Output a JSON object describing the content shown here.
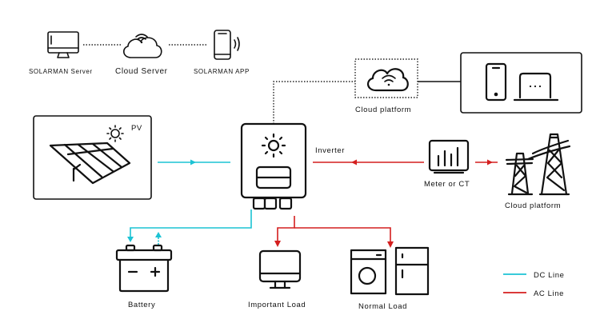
{
  "top_row": {
    "solarman_server": "SOLARMAN Server",
    "cloud_server": "Cloud Server",
    "solarman_app": "SOLARMAN APP"
  },
  "cloud_platform_box": {
    "label": "Cloud platform"
  },
  "pv": {
    "label": "PV"
  },
  "inverter": {
    "label": "Inverter"
  },
  "meter": {
    "label": "Meter or CT"
  },
  "grid": {
    "label": "Cloud platform"
  },
  "loads": {
    "battery": "Battery",
    "important_load": "Important Load",
    "normal_load": "Normal Load"
  },
  "legend": {
    "items": [
      {
        "label": "DC Line",
        "color": "#1cc3d4"
      },
      {
        "label": "AC Line",
        "color": "#d41e1e"
      }
    ]
  },
  "colors": {
    "dc": "#1cc3d4",
    "ac": "#d41e1e",
    "stroke": "#111111"
  }
}
